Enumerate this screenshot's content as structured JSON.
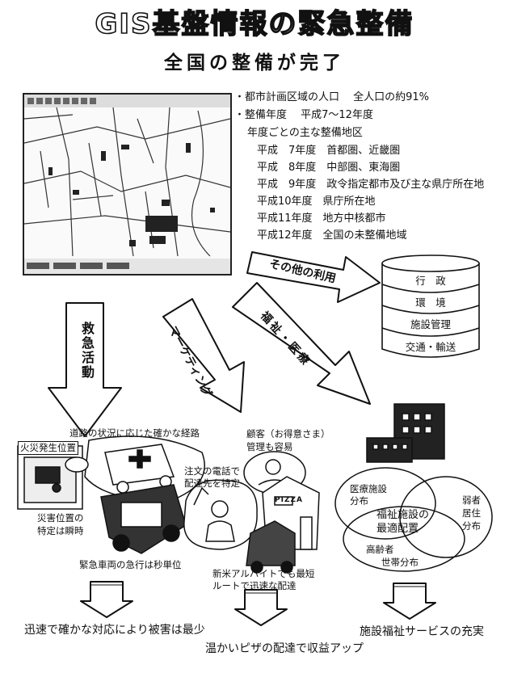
{
  "header": {
    "title": "GIS基盤情報の緊急整備",
    "subtitle": "全国の整備が完了"
  },
  "info": {
    "line1": "・都市計画区域の人口　 全人口の約91%",
    "line2": "・整備年度　 平成7～12年度",
    "line3": "年度ごとの主な整備地区",
    "areas": [
      "平成　7年度　首都圏、近畿圏",
      "平成　8年度　中部圏、東海圏",
      "平成　9年度　政令指定都市及び主な県庁所在地",
      "平成10年度　県庁所在地",
      "平成11年度　地方中核都市",
      "平成12年度　全国の未整備地域"
    ]
  },
  "arrows": {
    "emergency": "救急活動",
    "marketing": "マーケティング",
    "welfare": "福祉・医療",
    "other": "その他の利用"
  },
  "cylinder": {
    "items": [
      "行　政",
      "環　境",
      "施設管理",
      "交通・輸送"
    ]
  },
  "left_scene": {
    "route": "道路の状況に応じた確かな経路",
    "fire": "火災発生位置",
    "location_line1": "災害位置の",
    "location_line2": "特定は瞬時",
    "vehicle": "緊急車両の急行は秒単位"
  },
  "middle_scene": {
    "customer_line1": "顧客（お得意さま）",
    "customer_line2": "管理も容易",
    "order_line1": "注文の電話で",
    "order_line2": "配達先を特定",
    "pizza": "PIZZA",
    "route_line1": "新米アルバイトでも最短",
    "route_line2": "ルートで迅速な配達"
  },
  "right_scene": {
    "medical_line1": "医療施設",
    "medical_line2": "分布",
    "elderly_line1": "弱者",
    "elderly_line2": "居住",
    "elderly_line3": "分布",
    "welfare_line1": "福祉施設の",
    "welfare_line2": "最適配置",
    "senior_line1": "高齢者",
    "senior_line2": "世帯分布"
  },
  "results": {
    "left": "迅速で確かな対応により被害は最少",
    "middle": "温かいピザの配達で収益アップ",
    "right": "施設福祉サービスの充実"
  }
}
